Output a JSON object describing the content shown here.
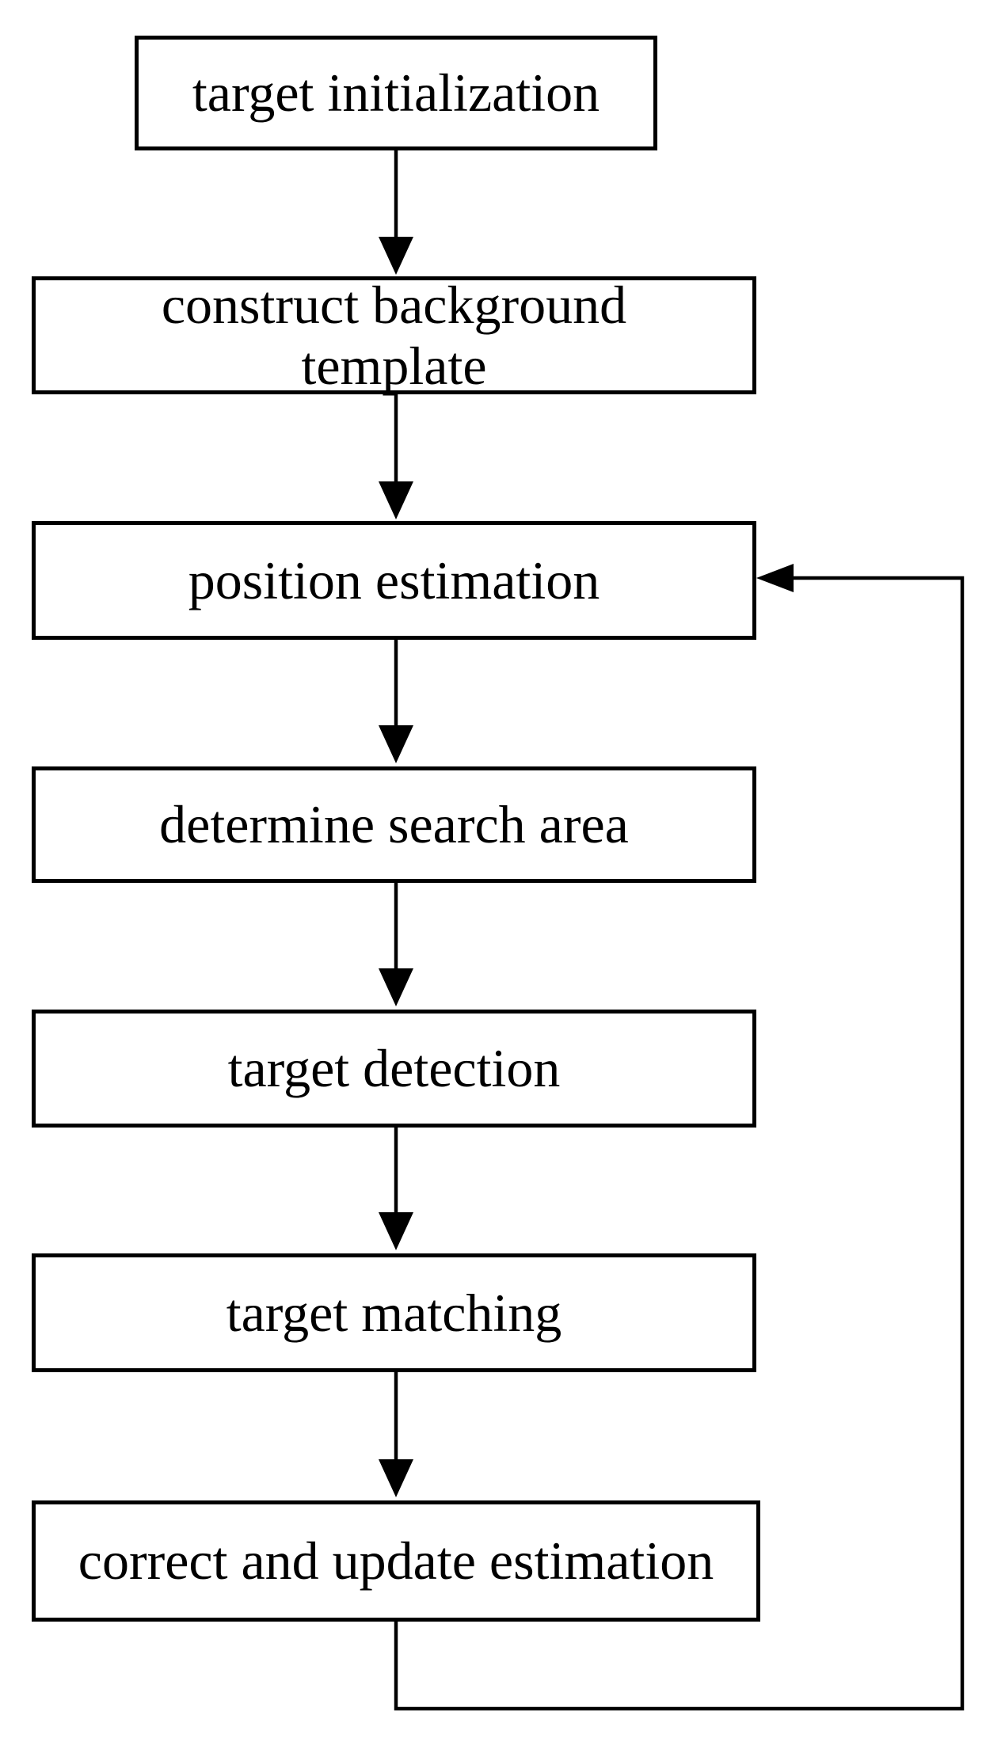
{
  "diagram": {
    "type": "flowchart",
    "background_color": "#ffffff",
    "line_color": "#000000",
    "box_fill_color": "#ffffff",
    "text_color": "#000000",
    "nodes": [
      {
        "id": "target-initialization",
        "label": "target initialization"
      },
      {
        "id": "construct-background-template",
        "label": "construct background template"
      },
      {
        "id": "position-estimation",
        "label": "position estimation"
      },
      {
        "id": "determine-search-area",
        "label": "determine search area"
      },
      {
        "id": "target-detection",
        "label": "target detection"
      },
      {
        "id": "target-matching",
        "label": "target matching"
      },
      {
        "id": "correct-and-update-estimation",
        "label": "correct and update estimation"
      }
    ],
    "edges": [
      {
        "from": "target-initialization",
        "to": "construct-background-template",
        "style": "straight-down-arrow"
      },
      {
        "from": "construct-background-template",
        "to": "position-estimation",
        "style": "straight-down-arrow"
      },
      {
        "from": "position-estimation",
        "to": "determine-search-area",
        "style": "straight-down-arrow"
      },
      {
        "from": "determine-search-area",
        "to": "target-detection",
        "style": "straight-down-arrow"
      },
      {
        "from": "target-detection",
        "to": "target-matching",
        "style": "straight-down-arrow"
      },
      {
        "from": "target-matching",
        "to": "correct-and-update-estimation",
        "style": "straight-down-arrow"
      },
      {
        "from": "correct-and-update-estimation",
        "to": "position-estimation",
        "style": "feedback-loop-right-side-arrow"
      }
    ]
  }
}
